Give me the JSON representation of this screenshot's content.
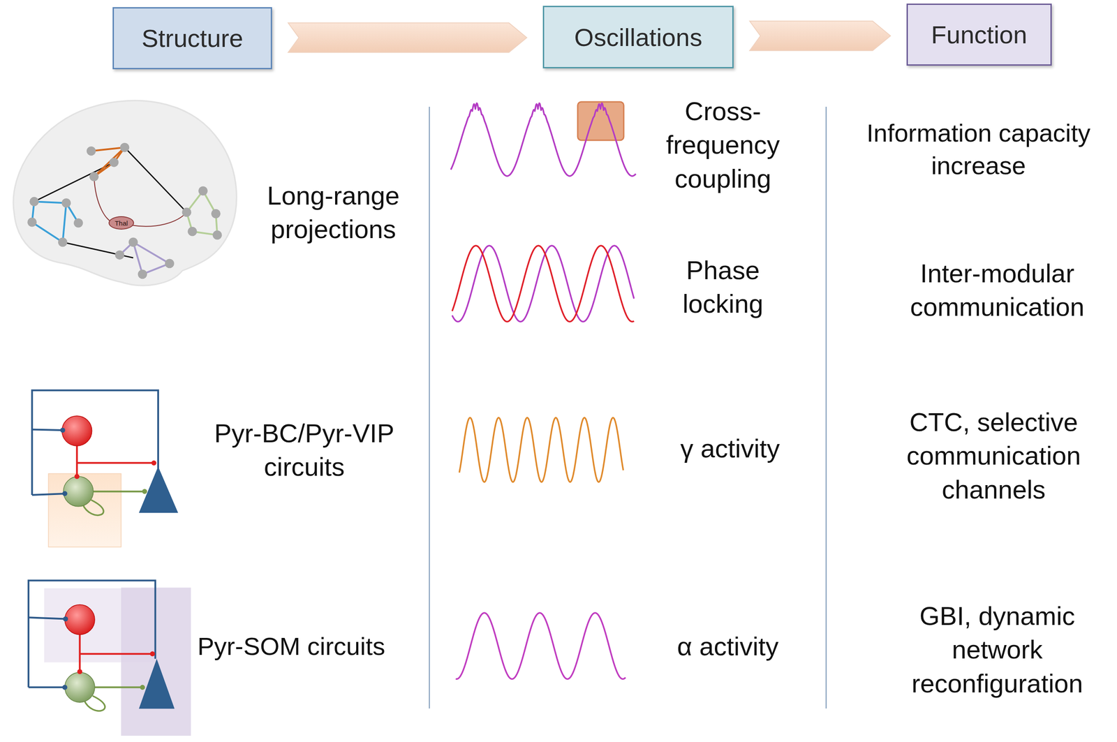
{
  "diagram": {
    "nodes": [
      {
        "text": [
          "Structure"
        ]
      },
      {
        "text": [
          "Oscillations"
        ]
      },
      {
        "text": [
          "Function"
        ]
      },
      {
        "text": [
          "Thal"
        ]
      }
    ],
    "edges": [
      {
        "from": 0,
        "to": 1,
        "arrow": "to"
      },
      {
        "from": 1,
        "to": 2,
        "arrow": "to"
      }
    ],
    "labels": [
      "Long-range projections",
      "Cross-frequency coupling",
      "Information capacity increase",
      "Phase locking",
      "Inter-modular communication",
      "Pyr-BC/Pyr-VIP circuits",
      "γ activity",
      "CTC, selective communication channels",
      "Pyr-SOM circuits",
      "α activity",
      "GBI, dynamic network reconfiguration"
    ]
  }
}
